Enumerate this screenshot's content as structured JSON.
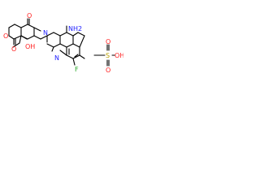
{
  "molecule": {
    "atoms": {
      "nh2": "NH2",
      "n_ring": "N",
      "n_pyridine": "N",
      "f": "F",
      "o_lactone": "O",
      "o_ketone": "O",
      "o_lactone_carbonyl": "O",
      "oh": "OH"
    },
    "colors": {
      "nitrogen": "#2020ff",
      "oxygen": "#ff1f1f",
      "fluorine": "#29a829",
      "sulfur": "#b8a000",
      "bond": "#000000"
    }
  },
  "counterion": {
    "atoms": {
      "s": "S",
      "o_up": "O",
      "o_down": "O",
      "oh": "OH"
    }
  }
}
